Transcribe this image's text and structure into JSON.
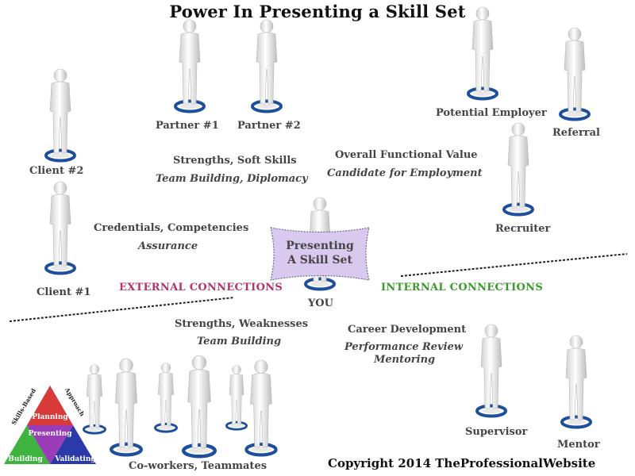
{
  "title": "Power In Presenting a Skill Set",
  "people": {
    "partner1": "Partner #1",
    "partner2": "Partner #2",
    "client2": "Client #2",
    "client1": "Client #1",
    "potential_employer": "Potential Employer",
    "referral": "Referral",
    "recruiter": "Recruiter",
    "you": "YOU",
    "supervisor": "Supervisor",
    "mentor": "Mentor",
    "coworkers": "Co-workers, Teammates"
  },
  "annotations": {
    "strengths_soft": "Strengths, Soft Skills",
    "team_diplomacy": "Team Building, Diplomacy",
    "overall_value": "Overall Functional Value",
    "candidate": "Candidate for Employment",
    "credentials": "Credentials, Competencies",
    "assurance": "Assurance",
    "strengths_weak": "Strengths, Weaknesses",
    "team_building": "Team Building",
    "career_dev": "Career Development",
    "perf_review": "Performance Review",
    "mentoring": "Mentoring"
  },
  "center_box": {
    "line1": "Presenting",
    "line2": "A Skill Set"
  },
  "sections": {
    "external": "EXTERNAL CONNECTIONS",
    "internal": "INTERNAL CONNECTIONS"
  },
  "logo": {
    "planning": "Planning",
    "presenting": "Presenting",
    "building": "Building",
    "validating": "Validating",
    "skills_based": "Skills-Based",
    "approach": "Approach"
  },
  "copyright": "Copyright 2014 TheProfessionalWebsite",
  "colors": {
    "ring": "#1d4f9c",
    "external": "#b0356a",
    "internal": "#3a9a2a",
    "center_fill": "#d9c9ee",
    "logo_red": "#d83a3a",
    "logo_green": "#3fb33f",
    "logo_blue": "#2b3aa8",
    "logo_purple": "#9a3bb8"
  }
}
